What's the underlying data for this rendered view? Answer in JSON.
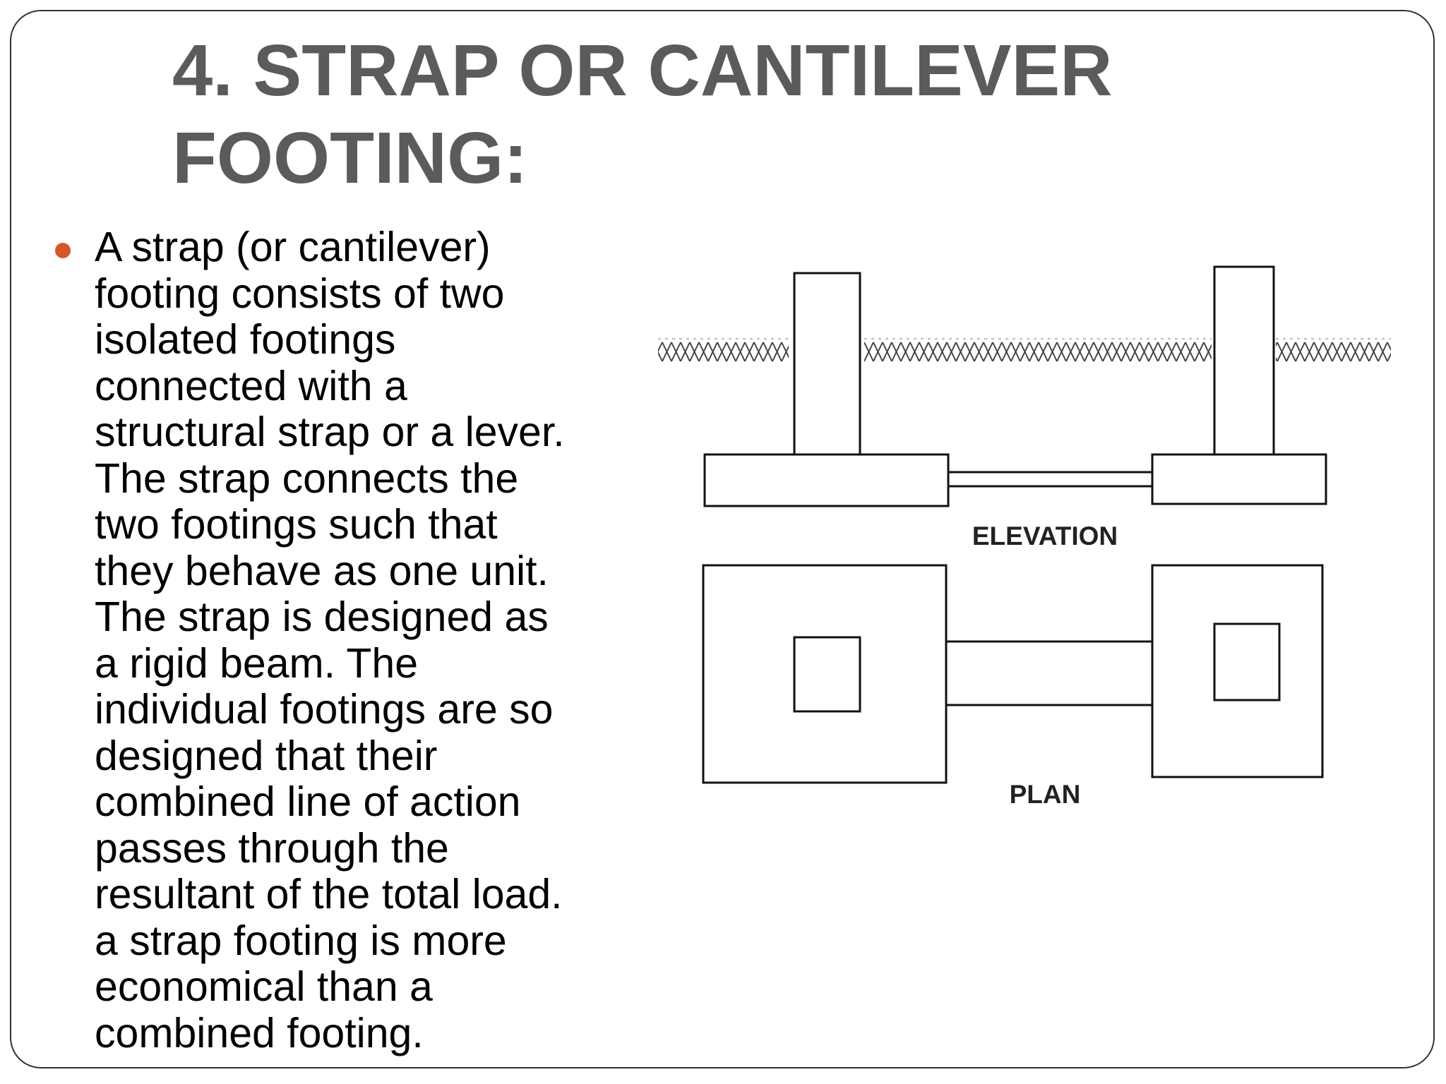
{
  "slide": {
    "title_lines": [
      "4. STRAP OR CANTILEVER",
      "FOOTING:"
    ],
    "bullet_color": "#d4572a",
    "body_lines": [
      "A strap (or cantilever)",
      "footing consists of two",
      "isolated footings",
      "connected with a",
      "structural strap or a lever.",
      "The strap connects the",
      "two footings such that",
      "they behave as one unit.",
      "The strap is designed as",
      "a rigid beam. The",
      "individual footings are so",
      "designed that their",
      "combined line of action",
      "passes through the",
      "resultant of the total load.",
      "a strap footing is more",
      "economical than a",
      "combined footing."
    ]
  },
  "diagram": {
    "elevation_label": "ELEVATION",
    "plan_label": "PLAN",
    "ground_icon": "soil-hatch-icon"
  }
}
